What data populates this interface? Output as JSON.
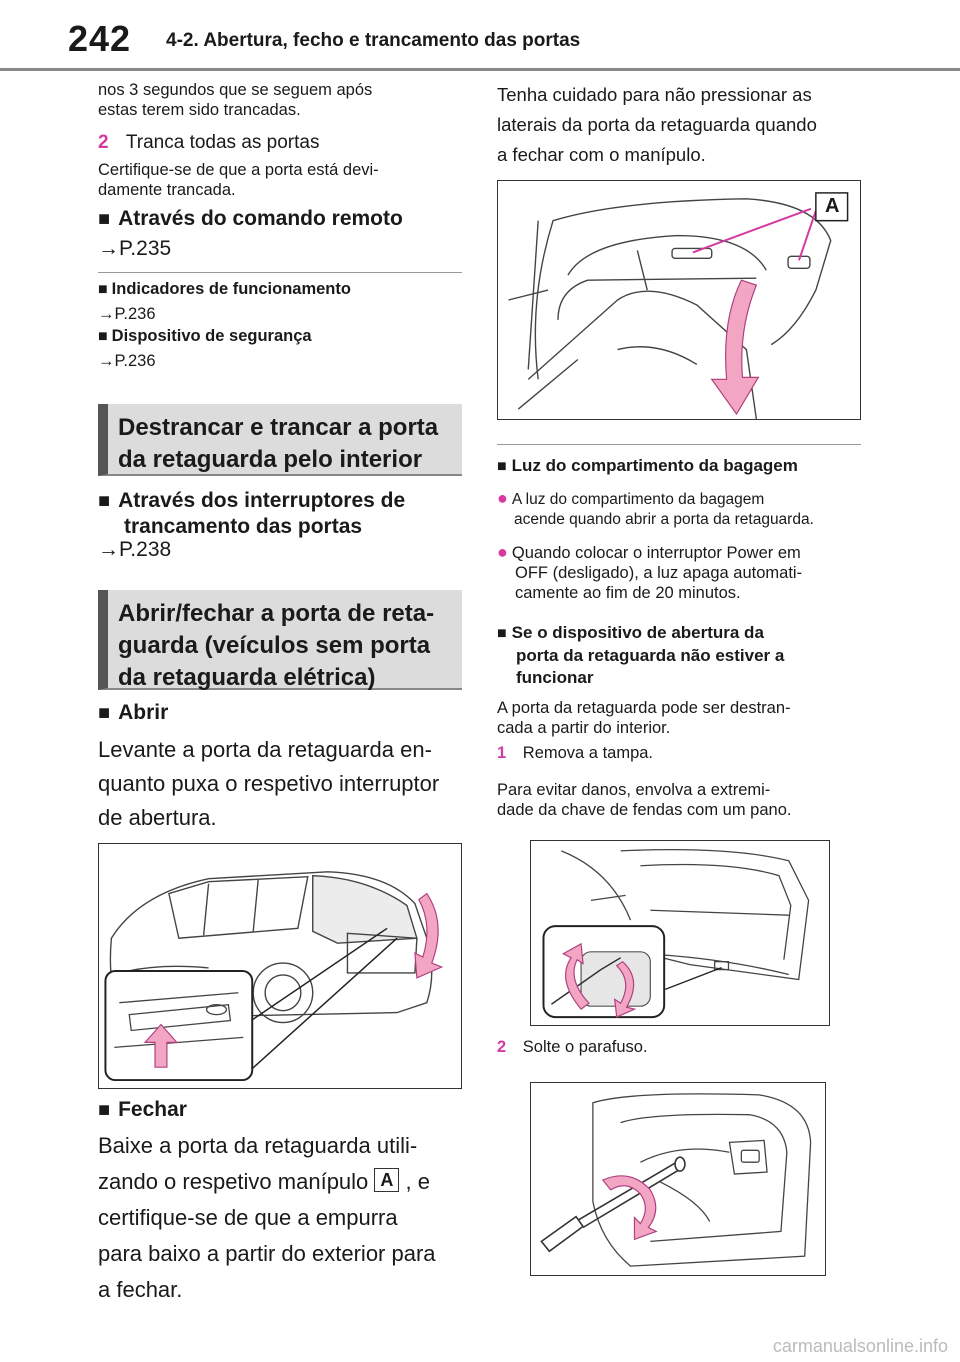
{
  "header": {
    "page_number": "242",
    "section_title": "4-2. Abertura, fecho e trancamento das portas"
  },
  "left": {
    "intro_line1": "nos 3 segundos que se seguem após",
    "intro_line2": "estas terem sido trancadas.",
    "step2_num": "2",
    "step2_text": "Tranca todas as portas",
    "step2_note1": "Certifique-se de que a porta está devi-",
    "step2_note2": "damente trancada.",
    "remote_heading": "Através do comando remoto",
    "remote_ref": "→P.235",
    "indicators_heading": "Indicadores de funcionamento",
    "indicators_ref": "→P.236",
    "security_heading": "Dispositivo de segurança",
    "security_ref": "→P.236",
    "banner1_line1": "Destrancar e trancar a porta",
    "banner1_line2": "da retaguarda pelo interior",
    "switches_heading_line1": "Através dos interruptores de",
    "switches_heading_line2": "trancamento das portas",
    "switches_ref": "→P.238",
    "banner2_line1": "Abrir/fechar a porta de reta-",
    "banner2_line2": "guarda (veículos sem porta",
    "banner2_line3": "da retaguarda elétrica)",
    "open_heading": "Abrir",
    "open_line1": "Levante a porta da retaguarda en-",
    "open_line2": "quanto puxa o respetivo interruptor",
    "open_line3": "de abertura.",
    "close_heading": "Fechar",
    "close_line1": "Baixe a porta da retaguarda utili-",
    "close_line2a": "zando o respetivo manípulo",
    "close_badge": "A",
    "close_line2b": ", e",
    "close_line3": "certifique-se de que a empurra",
    "close_line4": "para baixo a partir do exterior para",
    "close_line5": "a fechar."
  },
  "right": {
    "top_line1": "Tenha cuidado para não pressionar as",
    "top_line2": "laterais da porta da retaguarda quando",
    "top_line3": "a fechar com o manípulo.",
    "figure_label": "A",
    "light_heading": "Luz do compartimento da bagagem",
    "light_b1_line1": "A luz do compartimento da bagagem",
    "light_b1_line2": "acende quando abrir a porta da retaguarda.",
    "light_b2_line1": "Quando colocar o interruptor Power em",
    "light_b2_line2": "OFF (desligado), a luz apaga automati-",
    "light_b2_line3": "camente ao fim de 20 minutos.",
    "fail_heading_line1": "Se o dispositivo de abertura da",
    "fail_heading_line2": "porta da retaguarda não estiver a",
    "fail_heading_line3": "funcionar",
    "fail_line1": "A porta da retaguarda pode ser destran-",
    "fail_line2": "cada a partir do interior.",
    "step1_num": "1",
    "step1_text": "Remova a tampa.",
    "step1_note1": "Para evitar danos, envolva a extremi-",
    "step1_note2": "dade da chave de fendas com um pano.",
    "step2_num": "2",
    "step2_text": "Solte o parafuso."
  },
  "footer": {
    "url": "carmanualsonline.info"
  },
  "colors": {
    "accent_pink": "#d63aa1",
    "arrow_fill": "#f2a6c4",
    "banner_bg": "#dcdcdc",
    "banner_bar": "#555555"
  },
  "icons": [
    "square-bullet-icon",
    "round-bullet-icon",
    "arrow-ref-icon",
    "up-arrow-icon",
    "down-arrow-icon",
    "rotate-arrow-icon"
  ]
}
